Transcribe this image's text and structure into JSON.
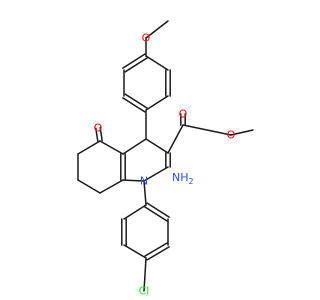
{
  "molecule": {
    "atoms": {
      "O_methoxy": {
        "text": "O",
        "color": "#ff0d0d"
      },
      "O_ketone": {
        "text": "O",
        "color": "#ff0d0d"
      },
      "O_ester_carbonyl": {
        "text": "O",
        "color": "#ff0d0d"
      },
      "O_ester": {
        "text": "O",
        "color": "#ff0d0d"
      },
      "N_amino": {
        "text": "NH",
        "sub": "2",
        "color": "#3050f8"
      },
      "N_ring": {
        "text": "N",
        "color": "#3050f8"
      },
      "Cl": {
        "text": "Cl",
        "color": "#1ff01f"
      }
    },
    "bond_color": "#1a1a1a"
  }
}
